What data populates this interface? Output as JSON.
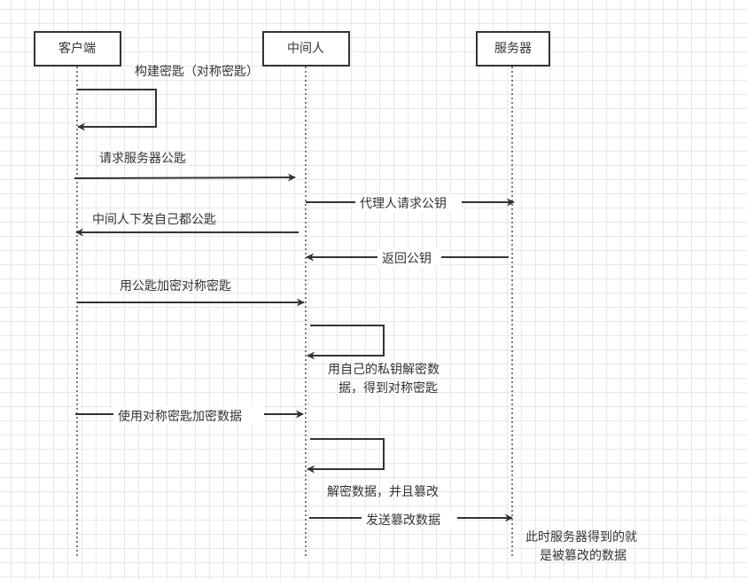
{
  "participants": {
    "client": "客户端",
    "middleman": "中间人",
    "server": "服务器"
  },
  "messages": {
    "m1": "构建密匙（对称密匙）",
    "m2": "请求服务器公匙",
    "m3": "代理人请求公钥",
    "m4": "中间人下发自己都公匙",
    "m5": "返回公钥",
    "m6": "用公匙加密对称密匙",
    "m7_line1": "用自己的私钥解密数",
    "m7_line2": "据，得到对称密匙",
    "m8": "使用对称密匙加密数据",
    "m9": "解密数据，并且篡改",
    "m10": "发送篡改数据"
  },
  "note": {
    "line1": "此时服务器得到的就",
    "line2": "是被篡改的数据"
  },
  "colors": {
    "stroke": "#333333",
    "grid": "#e8e8e8",
    "background": "#ffffff"
  }
}
